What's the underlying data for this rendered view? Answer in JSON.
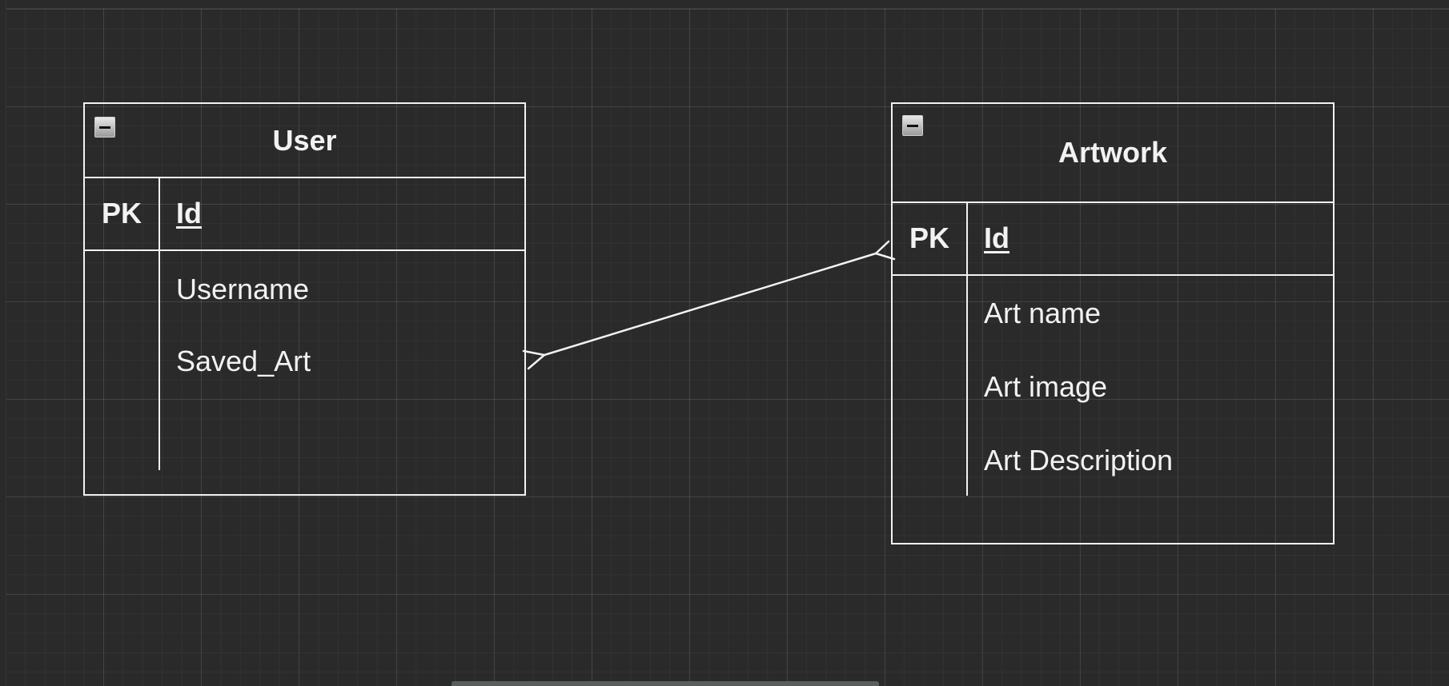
{
  "diagram": {
    "entities": [
      {
        "id": "user",
        "title": "User",
        "pk_label": "PK",
        "pk_field": "Id",
        "attributes": [
          "Username",
          "Saved_Art"
        ]
      },
      {
        "id": "artwork",
        "title": "Artwork",
        "pk_label": "PK",
        "pk_field": "Id",
        "attributes": [
          "Art name",
          "Art image",
          "Art Description"
        ]
      }
    ],
    "relationships": [
      {
        "from": "user.Saved_Art",
        "to": "artwork.Id",
        "from_end": "many",
        "to_end": "many"
      }
    ]
  },
  "colors": {
    "background": "#2a2a2a",
    "line": "#f2f2f2"
  }
}
